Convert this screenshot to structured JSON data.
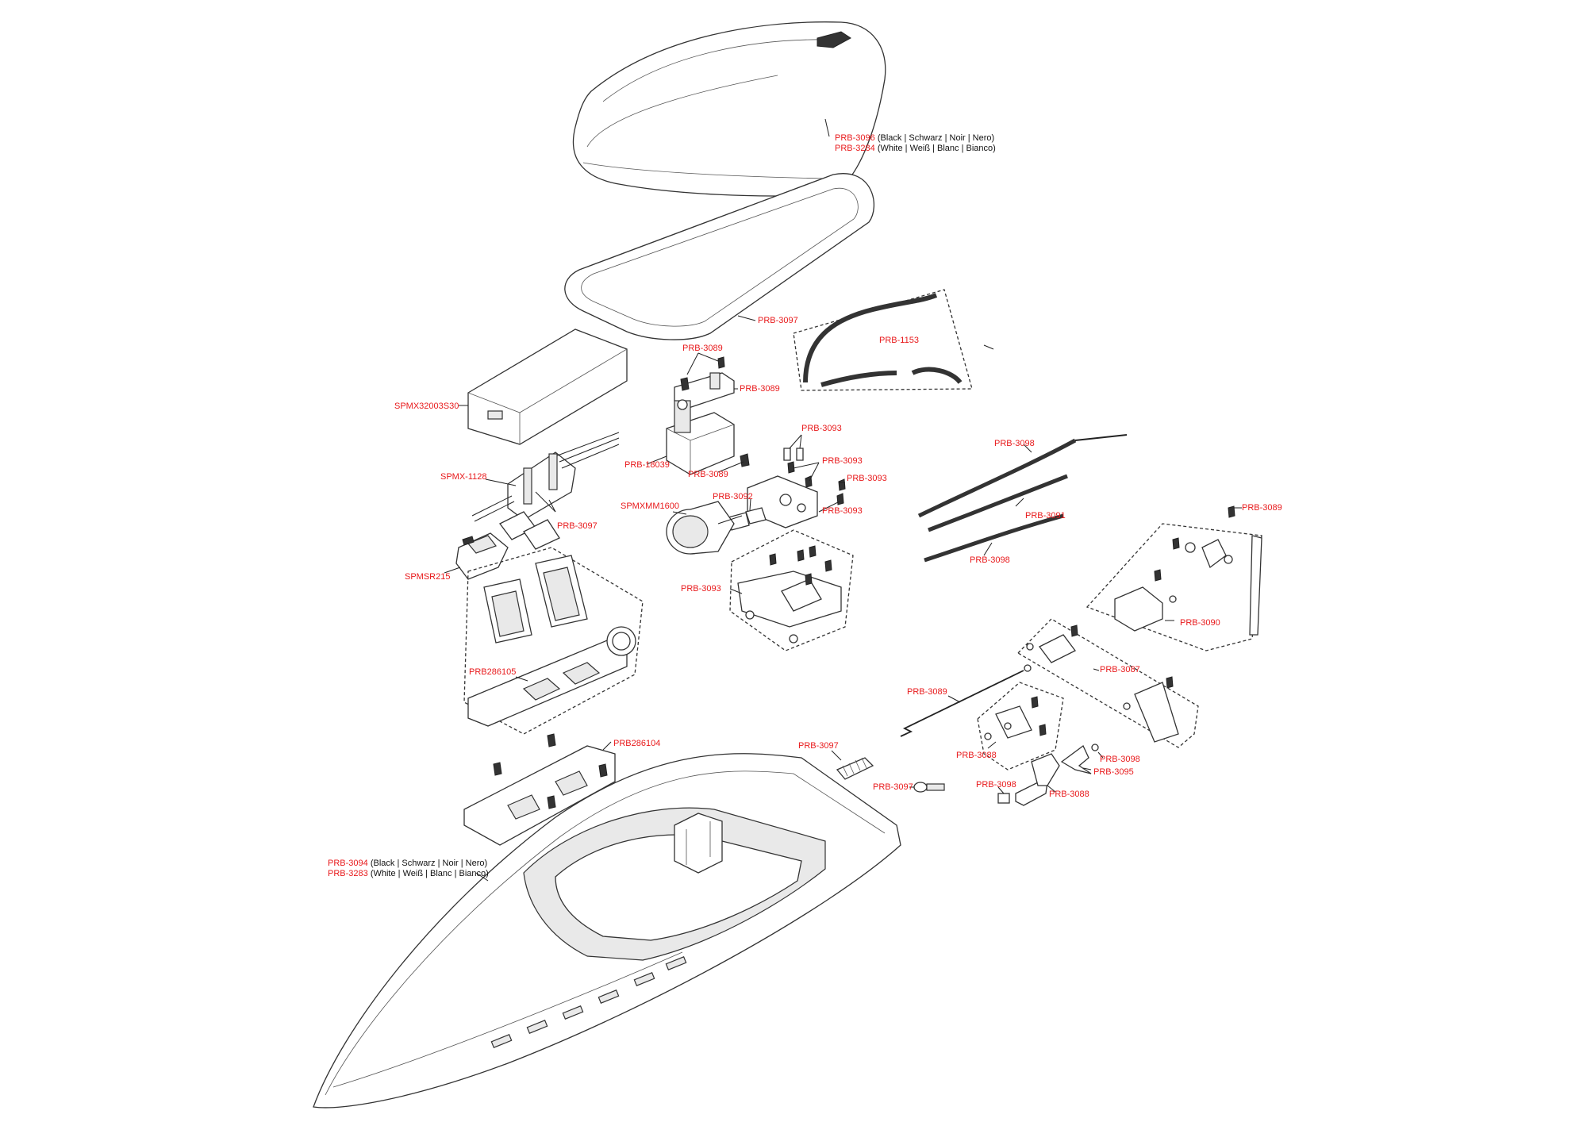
{
  "parts": {
    "canopy": {
      "code_1": "PRB-3096",
      "desc_1": "(Black | Schwarz | Noir | Nero)",
      "code_2": "PRB-3284",
      "desc_2": "(White | Weiß | Blanc | Bianco)"
    },
    "canopy_seal": "PRB-3097",
    "hose": "PRB-1153",
    "battery": "SPMX32003S30",
    "servo_screws_top": "PRB-3089",
    "servo_arm": "PRB-3089",
    "servo": "PRB-18039",
    "servo_screws": "PRB-3089",
    "fitting_top": "PRB-3093",
    "fitting_mid": "PRB-3093",
    "fitting_right": "PRB-3093",
    "motor_mount_screws": "PRB-3093",
    "coupler": "PRB-3092",
    "esc": "SPMX-1128",
    "esc_straps": "PRB-3097",
    "motor": "SPMXMM1600",
    "receiver": "SPMSR215",
    "motor_mount_group": "PRB-3093",
    "flex_shaft": "PRB-3098",
    "stuffing_tube": "PRB-3091",
    "shaft_tube": "PRB-3098",
    "rudder_screws": "PRB-3089",
    "rudder_group": "PRB-3090",
    "battery_tray_group": "PRB286105",
    "tray": "PRB286104",
    "trim_tab_group": "PRB-3087",
    "pushrod": "PRB-3089",
    "strut_group": "PRB-3088",
    "bellows": "PRB-3097",
    "prop_nut": "PRB-3098",
    "propeller": "PRB-3095",
    "collar": "PRB-3097",
    "shaft_collar": "PRB-3098",
    "strut": "PRB-3088",
    "hull": {
      "code_1": "PRB-3094",
      "desc_1": "(Black | Schwarz | Noir | Nero)",
      "code_2": "PRB-3283",
      "desc_2": "(White | Weiß | Blanc | Bianco)"
    }
  },
  "colors": {
    "part_code": "#e8191b",
    "line_art": "#333333"
  }
}
